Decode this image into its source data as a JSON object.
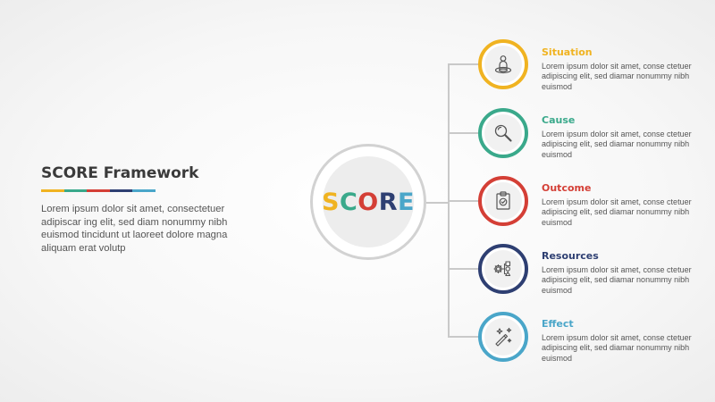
{
  "header": {
    "title": "SCORE Framework",
    "underline_colors": [
      "#f0b321",
      "#3aa98b",
      "#d43f36",
      "#2e3f72",
      "#4aa6c9"
    ],
    "description": "Lorem ipsum dolor sit amet, consectetuer adipiscar ing elit, sed diam nonummy nibh euismod tincidunt ut laoreet dolore magna aliquam erat volutp"
  },
  "center": {
    "letters": [
      {
        "char": "S",
        "color": "#f0b321"
      },
      {
        "char": "C",
        "color": "#3aa98b"
      },
      {
        "char": "O",
        "color": "#d43f36"
      },
      {
        "char": "R",
        "color": "#2e3f72"
      },
      {
        "char": "E",
        "color": "#4aa6c9"
      }
    ]
  },
  "items": [
    {
      "title": "Situation",
      "color": "#f0b321",
      "icon": "person-on-platform-icon",
      "description": "Lorem ipsum dolor sit amet, conse ctetuer adipiscing elit, sed diamar nonummy nibh euismod"
    },
    {
      "title": "Cause",
      "color": "#3aa98b",
      "icon": "magnifier-icon",
      "description": "Lorem ipsum dolor sit amet, conse ctetuer adipiscing elit, sed diamar nonummy nibh euismod"
    },
    {
      "title": "Outcome",
      "color": "#d43f36",
      "icon": "clipboard-check-icon",
      "description": "Lorem ipsum dolor sit amet, conse ctetuer adipiscing elit, sed diamar nonummy nibh euismod"
    },
    {
      "title": "Resources",
      "color": "#2e3f72",
      "icon": "gear-flow-icon",
      "description": "Lorem ipsum dolor sit amet, conse ctetuer adipiscing elit, sed diamar nonummy nibh euismod"
    },
    {
      "title": "Effect",
      "color": "#4aa6c9",
      "icon": "magic-wand-icon",
      "description": "Lorem ipsum dolor sit amet, conse ctetuer adipiscing elit, sed diamar nonummy nibh euismod"
    }
  ]
}
